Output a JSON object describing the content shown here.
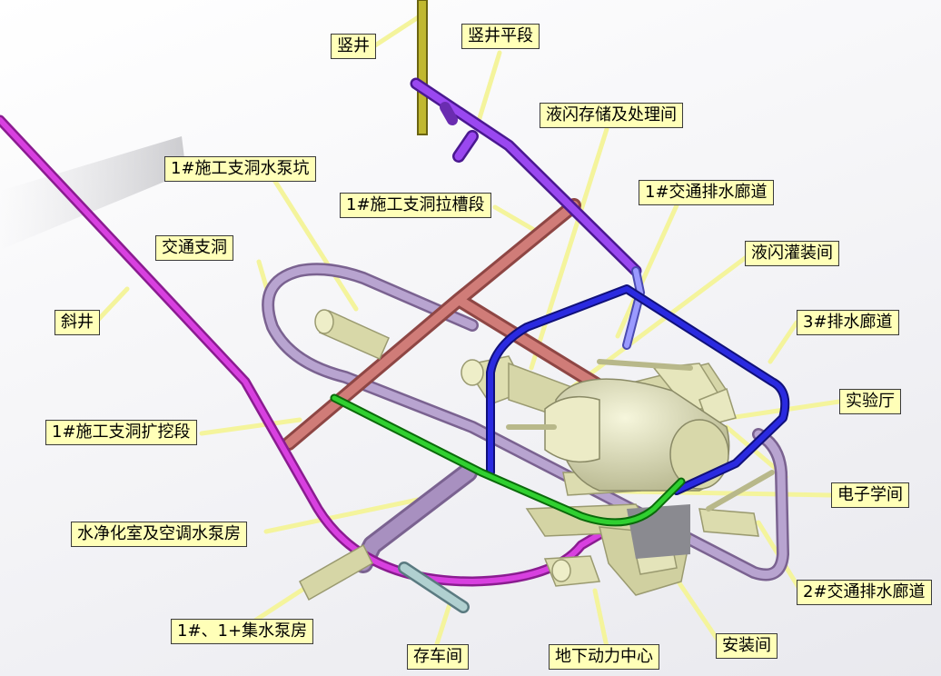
{
  "colors": {
    "leader": "#f4f49c",
    "label_bg": "#ffffb8",
    "incline_shaft": "#c030c8",
    "vertical_shaft": "#b0a820",
    "shaft_flat": "#8a30e0",
    "construction_tunnel": "#c86a68",
    "traffic_tunnel": "#a890c0",
    "drainage_3": "#2020c8",
    "drainage_1": "#7878ff",
    "green_tunnel": "#22c022",
    "hall": "#e0e0b0",
    "parking": "#a8c8c8"
  },
  "labels": {
    "shu_jing": "竖井",
    "shu_jing_ping_duan": "竖井平段",
    "ye_shan_cun_chu": "液闪存储及处理间",
    "shui_beng_keng": "1#施工支洞水泵坑",
    "la_cao_duan": "1#施工支洞拉槽段",
    "jiao_tong_pai_shui_1": "1#交通排水廊道",
    "jiao_tong_zhi_dong": "交通支洞",
    "ye_shan_guan_zhuang": "液闪灌装间",
    "xie_jing": "斜井",
    "pai_shui_3": "3#排水廊道",
    "shi_yan_ting": "实验厅",
    "kuo_wa_duan": "1#施工支洞扩挖段",
    "dian_zi_xue": "电子学间",
    "shui_jing_hua": "水净化室及空调水泵房",
    "jiao_tong_pai_shui_2": "2#交通排水廊道",
    "ji_shui_beng_fang": "1#、1+集水泵房",
    "cun_che_jian": "存车间",
    "dong_li_zhong_xin": "地下动力中心",
    "an_zhuang_jian": "安装间"
  }
}
